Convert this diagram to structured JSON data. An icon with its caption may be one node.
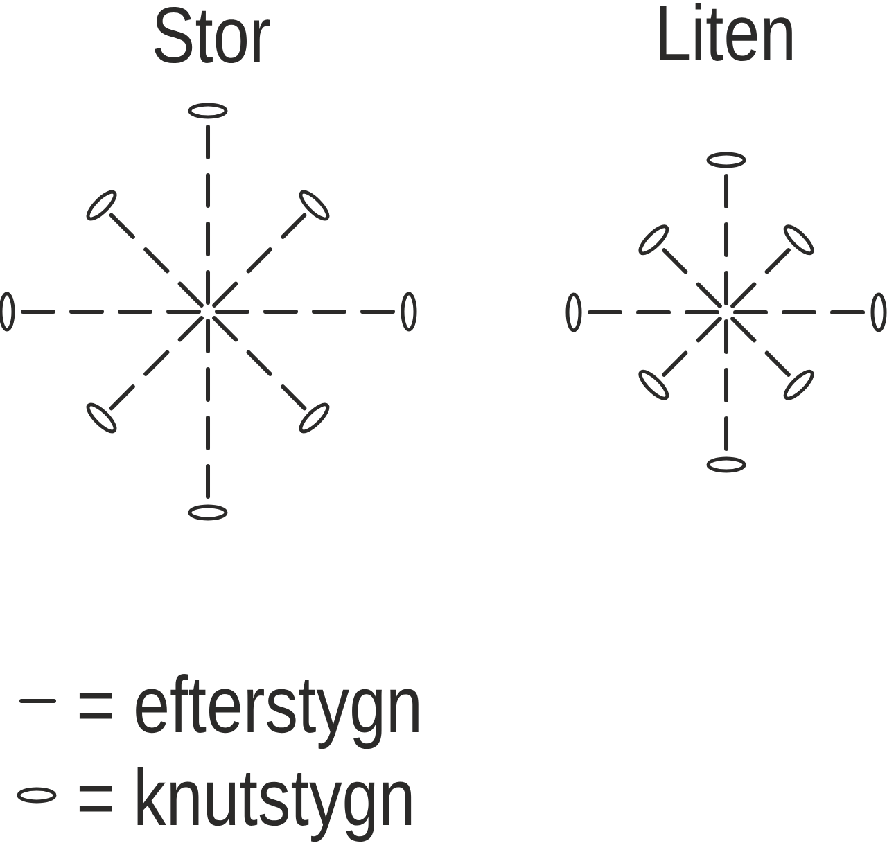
{
  "diagram": {
    "labels": [
      "Stor",
      "Liten"
    ],
    "legend": [
      {
        "text": "= efterstygn"
      },
      {
        "text": "= knutstygn"
      }
    ]
  }
}
